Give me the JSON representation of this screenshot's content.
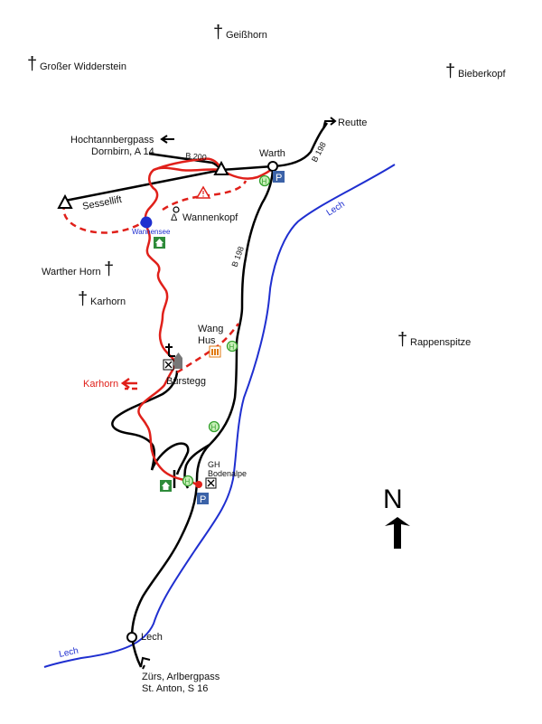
{
  "peaks": {
    "geisshorn": "Geißhorn",
    "grosser_widderstein": "Großer Widderstein",
    "bieberkopf": "Bieberkopf",
    "warther_horn": "Warther Horn",
    "karhorn": "Karhorn",
    "rappenspitze": "Rappenspitze",
    "wannenkopf": "Wannenkopf"
  },
  "places": {
    "warth": "Warth",
    "reutte": "Reutte",
    "hochtannbergpass": "Hochtannbergpass",
    "dornbirn": "Dornbirn, A 14",
    "sessellift": "Sessellift",
    "wannensee": "Wannensee",
    "wang": "Wang",
    "hus": "Hus",
    "buerstegg": "Bürstegg",
    "karhorn_route": "Karhorn",
    "gh": "GH",
    "bodenalpe": "Bodenalpe",
    "lech_town": "Lech",
    "zuers": "Zürs, Arlbergpass",
    "st_anton": "St. Anton, S 16"
  },
  "roads": {
    "b200": "B 200",
    "b198_north": "B 198",
    "b198_mid": "B 198"
  },
  "river": {
    "label_north": "Lech",
    "label_south": "Lech"
  },
  "symbols": {
    "parking": "P",
    "bus_stop": "H",
    "north": "N"
  },
  "colors": {
    "road": "#000000",
    "trail": "#e0201a",
    "river": "#1f2fd0",
    "parking": "#3b62a8",
    "bus_stop": "#33a02c",
    "hut": "#2e8b3a",
    "hotel": "#e07a10"
  }
}
